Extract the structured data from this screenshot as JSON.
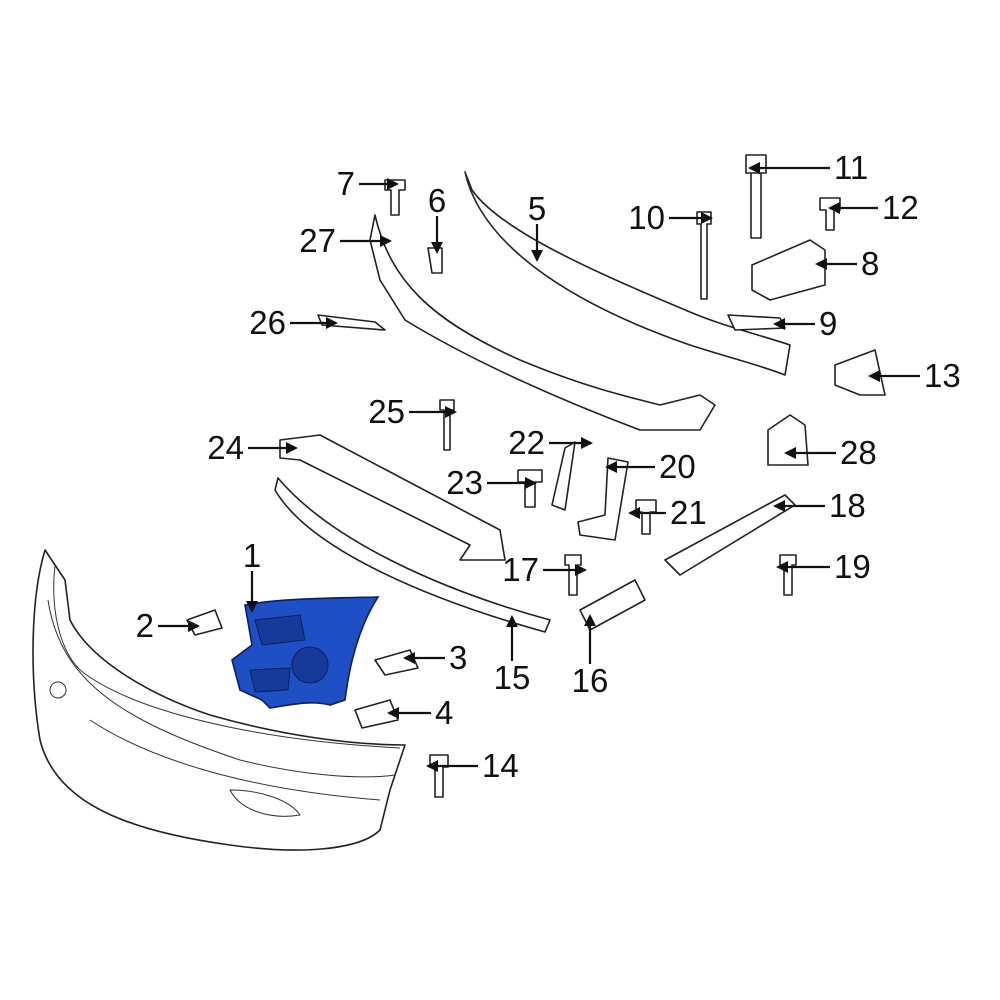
{
  "diagram": {
    "highlight_color": "#1f4fc4",
    "highlighted_part": "1",
    "callouts": [
      "1",
      "2",
      "3",
      "4",
      "5",
      "6",
      "7",
      "8",
      "9",
      "10",
      "11",
      "12",
      "13",
      "14",
      "15",
      "16",
      "17",
      "18",
      "19",
      "20",
      "21",
      "22",
      "23",
      "24",
      "25",
      "26",
      "27",
      "28"
    ]
  }
}
